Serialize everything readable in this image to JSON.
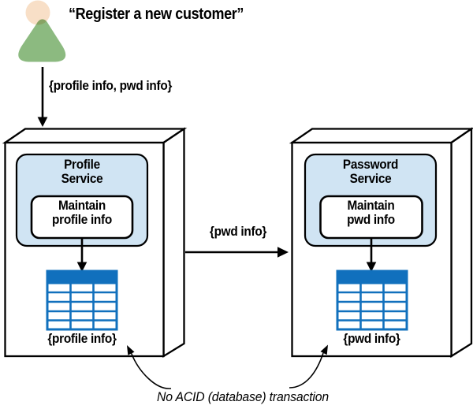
{
  "colors": {
    "service_fill": "#d0e4f3",
    "table_blue": "#1170bd",
    "actor_head": "#f8dfc7",
    "actor_body": "#8cba80",
    "line": "#000000"
  },
  "actor": {
    "icon": "person-icon",
    "quote": "“Register a new customer”",
    "request_label": "{profile info, pwd info}"
  },
  "profile_service": {
    "title_line1": "Profile",
    "title_line2": "Service",
    "operation_line1": "Maintain",
    "operation_line2": "profile info",
    "datastore_icon": "database-table-icon",
    "datastore_label": "{profile info}"
  },
  "password_service": {
    "title_line1": "Password",
    "title_line2": "Service",
    "operation_line1": "Maintain",
    "operation_line2": "pwd info",
    "datastore_icon": "database-table-icon",
    "datastore_label": "{pwd info}"
  },
  "flow": {
    "profile_to_password_label": "{pwd info}"
  },
  "annotation": {
    "text": "No ACID (database) transaction"
  }
}
